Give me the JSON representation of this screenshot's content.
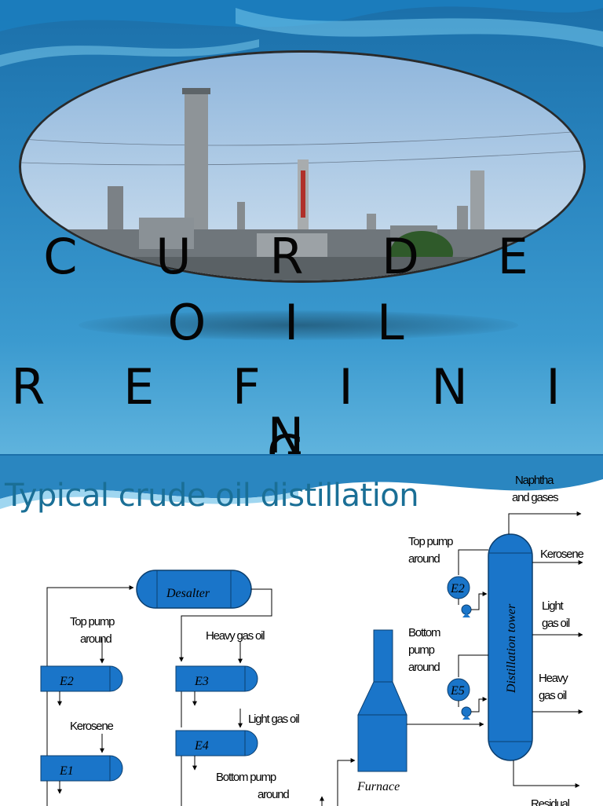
{
  "title_slide": {
    "lines": [
      "CURDE",
      "OIL",
      "REFINING",
      "G"
    ],
    "display": [
      "C U R D E",
      "O I L",
      "R E F I N I N",
      "G"
    ]
  },
  "distillation_slide": {
    "title": "Typical crude oil distillation",
    "units": {
      "desalter": "Desalter",
      "e1": "E1",
      "e2": "E2",
      "e3": "E3",
      "e4": "E4",
      "e5": "E5",
      "furnace": "Furnace",
      "tower": "Distillation tower"
    },
    "streams": {
      "naphtha": [
        "Naphtha",
        "and gases"
      ],
      "kerosene": "Kerosene",
      "light_gasoil": [
        "Light",
        "gas oil"
      ],
      "heavy_gasoil": [
        "Heavy",
        "gas oil"
      ],
      "residual": "Residual",
      "top_pump_around": [
        "Top pump",
        "around"
      ],
      "bottom_pump_around": [
        "Bottom",
        "pump",
        "around"
      ]
    },
    "left_labels": {
      "top_pump_around": [
        "Top pump",
        "around"
      ],
      "heavy_gasoil": "Heavy gas oil",
      "kerosene": "Kerosene",
      "light_gasoil": "Light gas oil",
      "bottom_pump_around": [
        "Bottom pump",
        "around"
      ]
    }
  },
  "colors": {
    "equipment": "#1a75c9",
    "slide_blue": "#2a86c0",
    "title_blue": "#1a6f96"
  }
}
